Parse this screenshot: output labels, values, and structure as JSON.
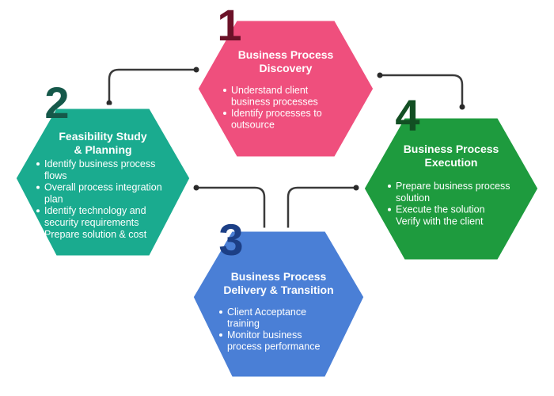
{
  "steps": [
    {
      "number": "1",
      "title_lines": [
        "Business Process",
        "Discovery"
      ],
      "bullets": [
        {
          "marker": true,
          "lines": [
            "Understand client",
            "business processes"
          ]
        },
        {
          "marker": true,
          "lines": [
            "Identify processes to",
            "outsource"
          ]
        }
      ],
      "color": "#ef4f7d",
      "number_color": "#6b1228"
    },
    {
      "number": "2",
      "title_lines": [
        "Feasibility Study",
        "& Planning"
      ],
      "bullets": [
        {
          "marker": true,
          "lines": [
            "Identify business process",
            "flows"
          ]
        },
        {
          "marker": true,
          "lines": [
            "Overall process integration",
            "plan"
          ]
        },
        {
          "marker": true,
          "lines": [
            "Identify technology and",
            "security requirements"
          ]
        },
        {
          "marker": false,
          "lines": [
            "Prepare solution & cost"
          ]
        }
      ],
      "color": "#1aab8f",
      "number_color": "#15584a"
    },
    {
      "number": "3",
      "title_lines": [
        "Business Process",
        "Delivery & Transition"
      ],
      "bullets": [
        {
          "marker": true,
          "lines": [
            "Client Acceptance",
            "training"
          ]
        },
        {
          "marker": true,
          "lines": [
            "Monitor business",
            "process performance"
          ]
        }
      ],
      "color": "#4a7fd6",
      "number_color": "#1c3f86"
    },
    {
      "number": "4",
      "title_lines": [
        "Business Process",
        "Execution"
      ],
      "bullets": [
        {
          "marker": true,
          "lines": [
            "Prepare business process",
            "solution"
          ]
        },
        {
          "marker": true,
          "lines": [
            "Execute the solution"
          ]
        },
        {
          "marker": false,
          "lines": [
            "Verify with the client"
          ]
        }
      ],
      "color": "#1e9b3e",
      "number_color": "#124f23"
    }
  ]
}
